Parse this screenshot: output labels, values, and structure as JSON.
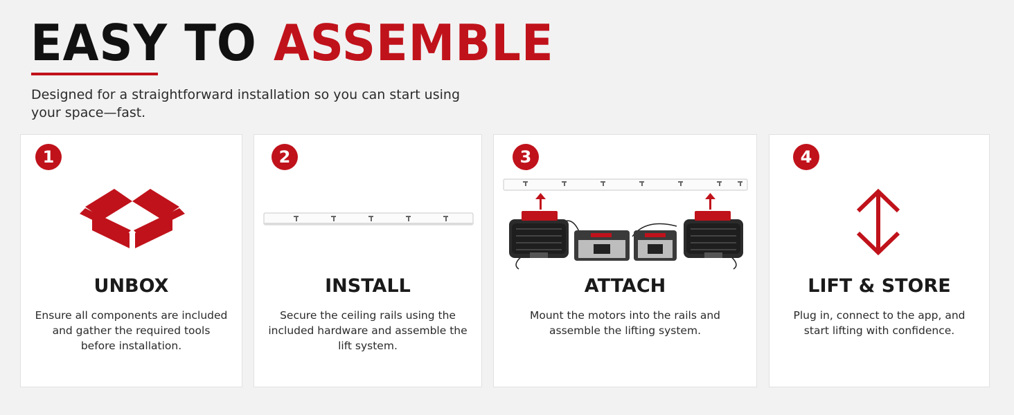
{
  "header": {
    "title_dark": "EASY TO",
    "title_accent": "ASSEMBLE",
    "subtitle": "Designed for a straightforward installation so you can start using your space—fast."
  },
  "colors": {
    "accent": "#c0121b",
    "text": "#111111",
    "background": "#f2f2f2"
  },
  "steps": [
    {
      "number": "1",
      "icon": "open-box-icon",
      "title": "UNBOX",
      "description": "Ensure all components are included and gather the required tools before installation."
    },
    {
      "number": "2",
      "icon": "ceiling-rail",
      "title": "INSTALL",
      "description": "Secure the ceiling rails using the included hardware and assemble the lift system."
    },
    {
      "number": "3",
      "icon": "motors-and-rail",
      "title": "ATTACH",
      "description": "Mount the motors into the rails and assemble the lifting system."
    },
    {
      "number": "4",
      "icon": "up-down-arrow-icon",
      "title": "LIFT & STORE",
      "description": "Plug in, connect to the app, and start lifting with confidence."
    }
  ]
}
